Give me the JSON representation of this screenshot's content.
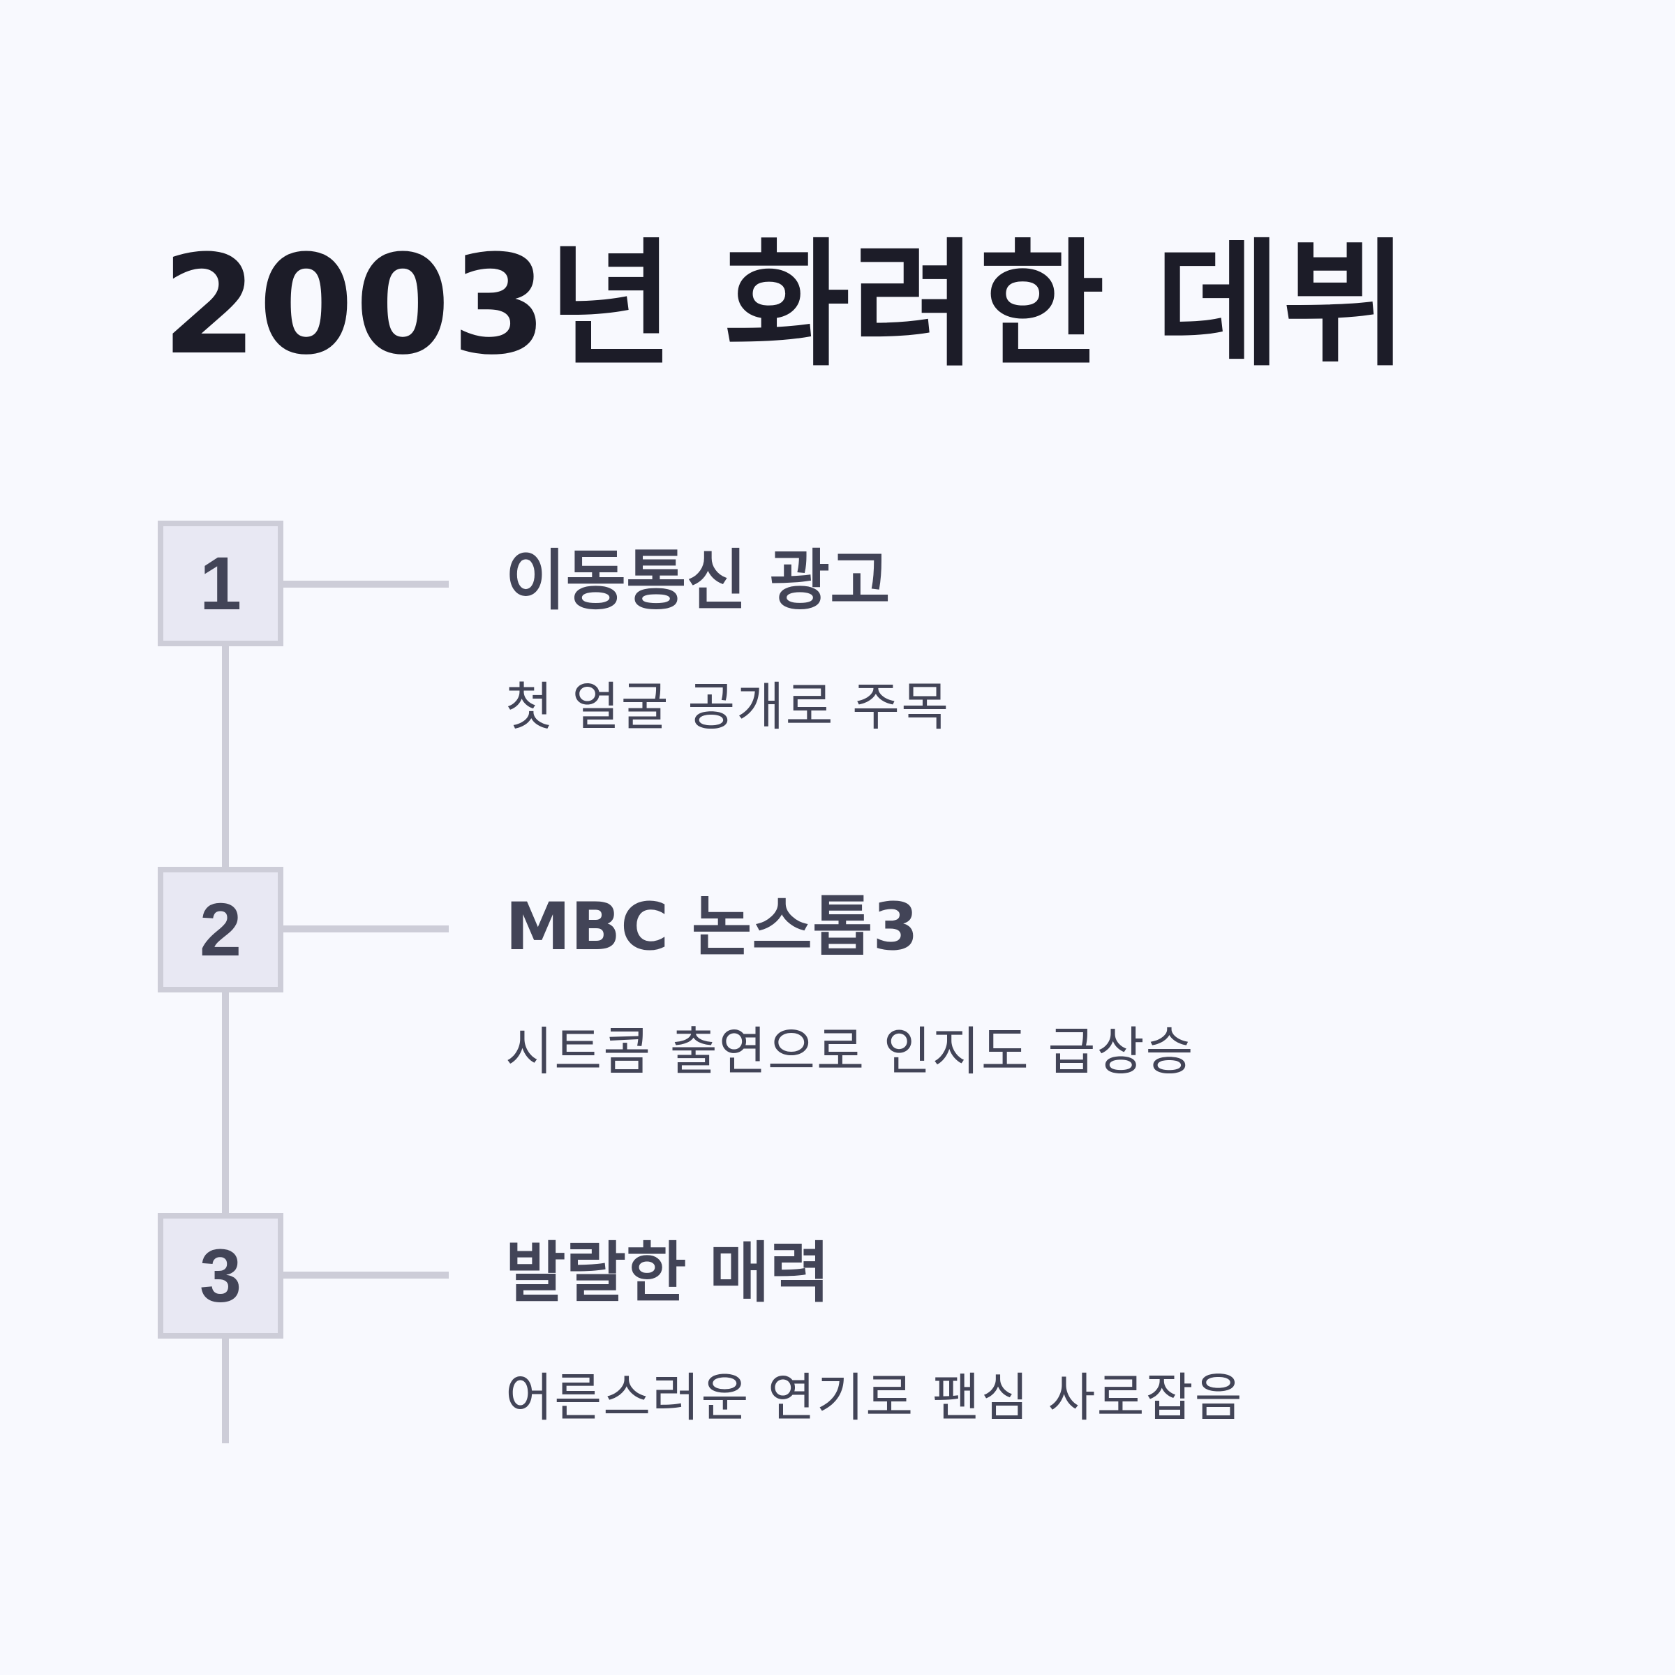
{
  "title": "2003년 화려한 데뷔",
  "timeline": {
    "items": [
      {
        "number": "1",
        "title": "이동통신 광고",
        "description": "첫 얼굴 공개로 주목"
      },
      {
        "number": "2",
        "title": "MBC 논스톱3",
        "description": "시트콤 출연으로 인지도 급상승"
      },
      {
        "number": "3",
        "title": "발랄한 매력",
        "description": "어른스러운 연기로 팬심 사로잡음"
      }
    ]
  },
  "colors": {
    "background": "#f8f9fe",
    "heading": "#1c1c28",
    "text": "#424457",
    "line": "#cdcdd8",
    "box_fill": "#e8e8f3"
  }
}
